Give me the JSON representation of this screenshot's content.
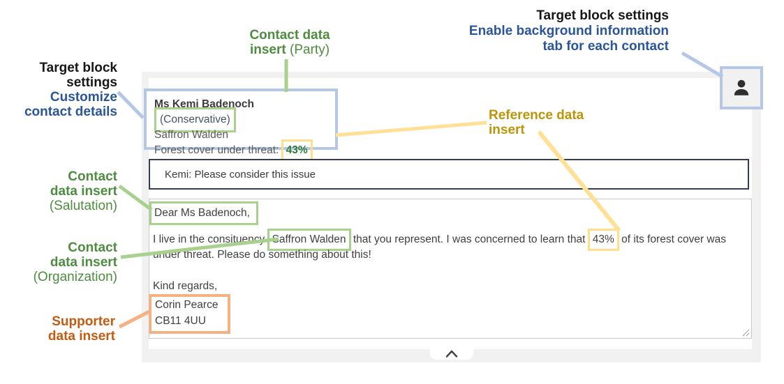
{
  "colors": {
    "annotation_blue": "#2a5699",
    "annotation_green": "#4e8c3f",
    "annotation_gold": "#bc9507",
    "annotation_orange": "#c55a11",
    "highlight_blue": "#b4c7e7",
    "highlight_green": "#a9d18e",
    "highlight_yellow": "#ffdf8c",
    "highlight_orange": "#f4b183",
    "reference_value_green": "#2e7d32"
  },
  "icons": {
    "profile": "person-icon",
    "collapse": "chevron-up-icon"
  },
  "annotations": {
    "target_top": {
      "line1": "Target block settings",
      "line2": "Enable background information",
      "line3": "tab for each contact"
    },
    "party": {
      "line1": "Contact data",
      "line2_bold": "insert",
      "line2_light": "(Party)"
    },
    "target_left": {
      "line1": "Target block",
      "line2": "settings",
      "line3": "Customize",
      "line4": "contact details"
    },
    "reference": {
      "line1": "Reference data",
      "line2": "insert"
    },
    "salutation": {
      "line1": "Contact",
      "line2": "data insert",
      "line3": "(Salutation)"
    },
    "organization": {
      "line1": "Contact",
      "line2": "data insert",
      "line3": "(Organization)"
    },
    "supporter": {
      "line1": "Supporter",
      "line2": "data insert"
    }
  },
  "contact_block": {
    "name": "Ms Kemi Badenoch",
    "party": "(Conservative)",
    "organization": "Saffron Walden",
    "reference_label": "Forest cover under threat:",
    "reference_value": "43%"
  },
  "subject": {
    "value": "Kemi: Please consider this issue"
  },
  "message": {
    "salutation": "Dear Ms Badenoch,",
    "para_before_org": "I live in the consituency ",
    "org": "Saffron Walden",
    "para_mid": " that you represent. I was concerned to learn that ",
    "reference": "43%",
    "para_after": " of its forest cover was under threat. Please do something about this!",
    "closing": "Kind regards,",
    "signature_name": "Corin Pearce",
    "signature_postcode": "CB11 4UU"
  }
}
